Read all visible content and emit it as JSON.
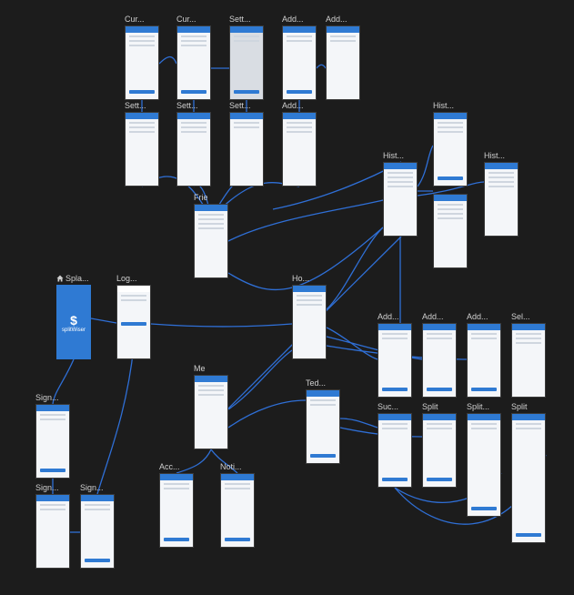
{
  "theme": {
    "background": "#1c1c1c",
    "accent": "#2f7ad3",
    "screen": "#f4f6f9",
    "label": "#cfcfcf",
    "wire": "#2f6fd6"
  },
  "labels": {
    "cur1": "Cur...",
    "cur2": "Cur...",
    "sett_top": "Sett...",
    "add_top1": "Add...",
    "add_top2": "Add...",
    "sett_r1": "Sett...",
    "sett_r2": "Sett...",
    "sett_r3": "Sett...",
    "add_r2": "Add...",
    "hist1": "Hist...",
    "hist2": "Hist...",
    "hist3": "Hist...",
    "frie": "Frie",
    "spla": "Spla...",
    "log": "Log...",
    "ho": "Ho...",
    "add_m1": "Add...",
    "add_m2": "Add...",
    "add_m3": "Add...",
    "sel": "Sel...",
    "me": "Me",
    "ted": "Ted...",
    "suc": "Suc...",
    "split1": "Split",
    "split2": "Split...",
    "split3": "Split",
    "sign1": "Sign...",
    "sign2": "Sign...",
    "sign3": "Sign...",
    "acc": "Acc...",
    "noti": "Noti..."
  },
  "splash": {
    "dollar": "$",
    "brand": "splitWiser"
  },
  "icons": {
    "home": "home-icon"
  }
}
